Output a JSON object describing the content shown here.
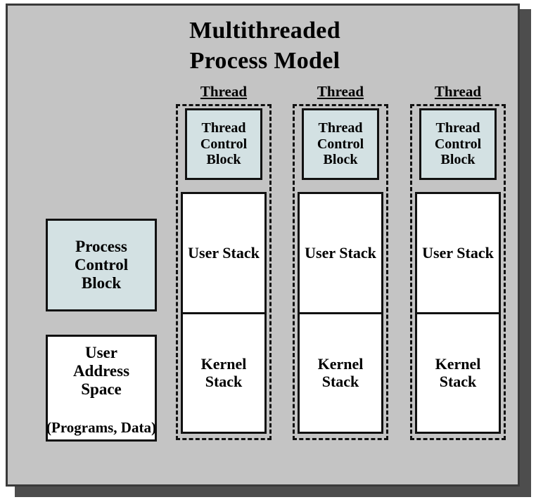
{
  "diagram": {
    "title_line1": "Multithreaded",
    "title_line2": "Process Model",
    "colors": {
      "background": "#c4c4c4",
      "control_block_fill": "#d3e1e3",
      "stack_fill": "#ffffff",
      "border": "#111111",
      "frame_border": "#3a3a3a",
      "shadow": "#4d4d4d"
    },
    "process": {
      "control_block": "Process\nControl\nBlock",
      "control_block_line1": "Process",
      "control_block_line2": "Control",
      "control_block_line3": "Block",
      "address_space_line1": "User",
      "address_space_line2": "Address",
      "address_space_line3": "Space",
      "address_space_note": "(Programs, Data)"
    },
    "threads": [
      {
        "label": "Thread",
        "control_block_line1": "Thread",
        "control_block_line2": "Control",
        "control_block_line3": "Block",
        "user_stack_line1": "User",
        "user_stack_line2": "Stack",
        "kernel_stack_line1": "Kernel",
        "kernel_stack_line2": "Stack"
      },
      {
        "label": "Thread",
        "control_block_line1": "Thread",
        "control_block_line2": "Control",
        "control_block_line3": "Block",
        "user_stack_line1": "User",
        "user_stack_line2": "Stack",
        "kernel_stack_line1": "Kernel",
        "kernel_stack_line2": "Stack"
      },
      {
        "label": "Thread",
        "control_block_line1": "Thread",
        "control_block_line2": "Control",
        "control_block_line3": "Block",
        "user_stack_line1": "User",
        "user_stack_line2": "Stack",
        "kernel_stack_line1": "Kernel",
        "kernel_stack_line2": "Stack"
      }
    ]
  }
}
